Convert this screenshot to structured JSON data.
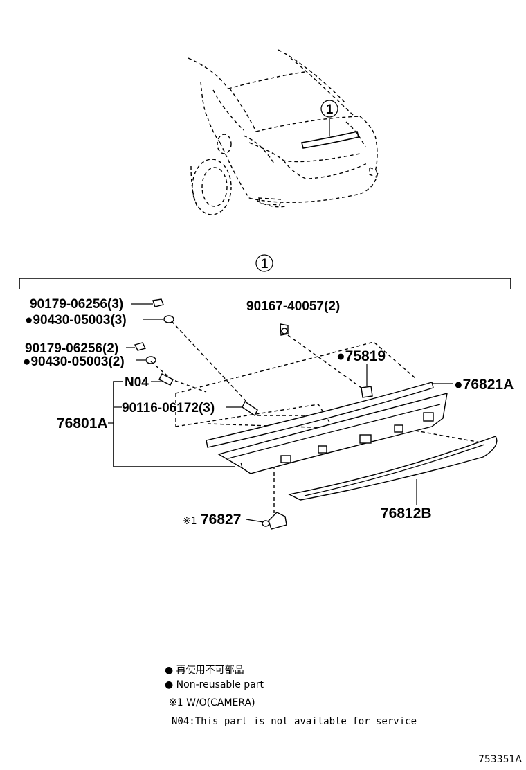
{
  "callouts": {
    "car_ref": "1",
    "assembly_ref": "1"
  },
  "labels": {
    "p1": "90179-06256(3)",
    "p2": "●90430-05003(3)",
    "p3": "90179-06256(2)",
    "p4": "●90430-05003(2)",
    "p5": "N04",
    "p6": "90116-06172(3)",
    "p7": "76801A",
    "p8": "90167-40057(2)",
    "p9": "●75819",
    "p10": "●76821A",
    "p11": "76812B",
    "p12_prefix": "※1",
    "p12": "76827"
  },
  "legend": {
    "line1": "● 再使用不可部品",
    "line2": "● Non-reusable part",
    "line3": "※1 W/O(CAMERA)",
    "line4": "N04:This part is not available for service"
  },
  "figure_id": "753351A"
}
